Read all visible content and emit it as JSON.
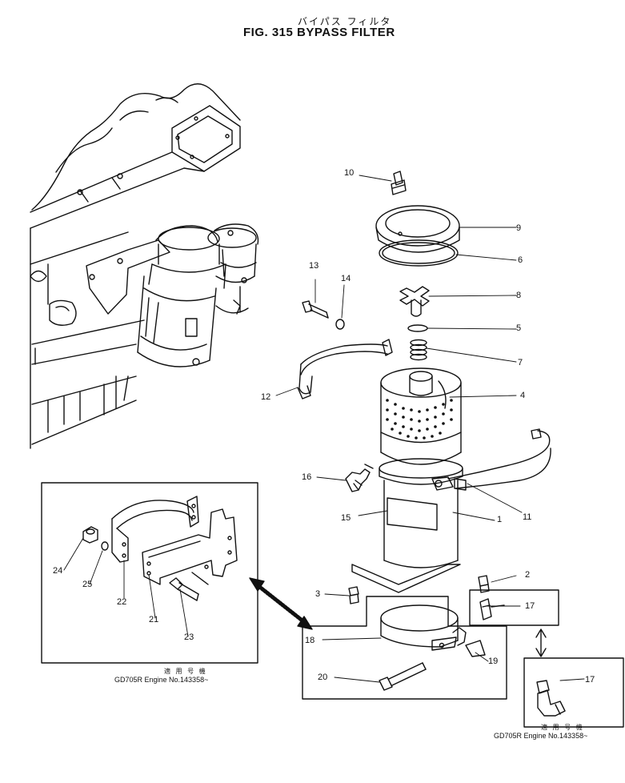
{
  "title": {
    "japanese": "バイパス フィルタ",
    "english": "FIG. 315  BYPASS  FILTER"
  },
  "callouts": [
    "1",
    "2",
    "3",
    "4",
    "5",
    "6",
    "7",
    "8",
    "9",
    "10",
    "11",
    "12",
    "13",
    "14",
    "15",
    "16",
    "17",
    "18",
    "19",
    "20",
    "21",
    "22",
    "23",
    "24",
    "25"
  ],
  "insets": {
    "left": {
      "note_jp": "適 用 号 機",
      "note": "GD705R  Engine  No.143358~"
    },
    "bottom_right": {
      "note_jp": "適 用 号 機",
      "note": "GD705R  Engine  No.143358~"
    }
  }
}
